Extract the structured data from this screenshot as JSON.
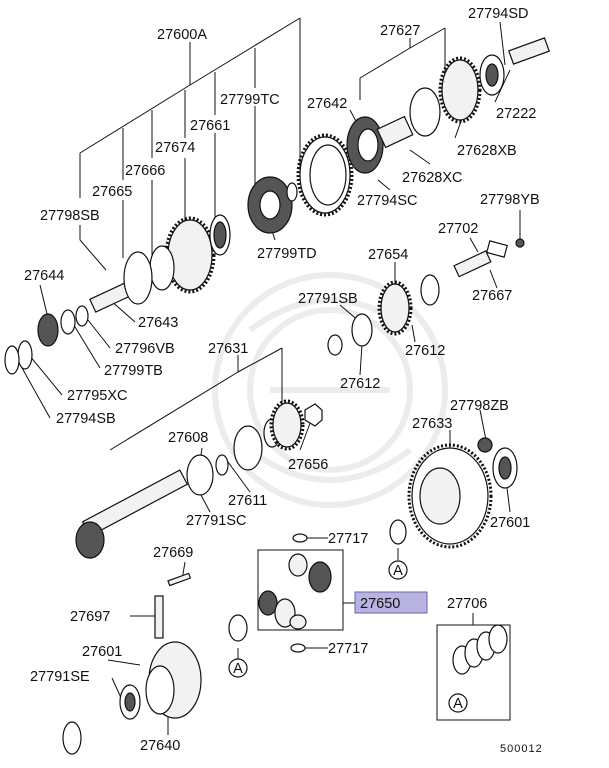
{
  "diagram": {
    "labels": {
      "p27600A": "27600A",
      "p27627": "27627",
      "p27794SD": "27794SD",
      "p27799TC": "27799TC",
      "p27642": "27642",
      "p27222": "27222",
      "p27661": "27661",
      "p27674": "27674",
      "p27628XB": "27628XB",
      "p27666": "27666",
      "p27628XC": "27628XC",
      "p27665": "27665",
      "p27794SC": "27794SC",
      "p27798YB": "27798YB",
      "p27798SB": "27798SB",
      "p27702": "27702",
      "p27799TD": "27799TD",
      "p27654": "27654",
      "p27644": "27644",
      "p27667": "27667",
      "p27791SB": "27791SB",
      "p27643": "27643",
      "p27796VB": "27796VB",
      "p27612a": "27612",
      "p27631": "27631",
      "p27799TB": "27799TB",
      "p27612b": "27612",
      "p27795XC": "27795XC",
      "p27798ZB": "27798ZB",
      "p27794SB": "27794SB",
      "p27608": "27608",
      "p27633": "27633",
      "p27656": "27656",
      "p27611": "27611",
      "p27791SC": "27791SC",
      "p27601a": "27601",
      "p27717a": "27717",
      "p27669": "27669",
      "p27650": "27650",
      "p27706": "27706",
      "p27697": "27697",
      "p27717b": "27717",
      "p27601b": "27601",
      "p27791SE": "27791SE",
      "p27640": "27640",
      "refA": "A",
      "code": "500012"
    },
    "highlight_color": "#b8b3e0"
  }
}
